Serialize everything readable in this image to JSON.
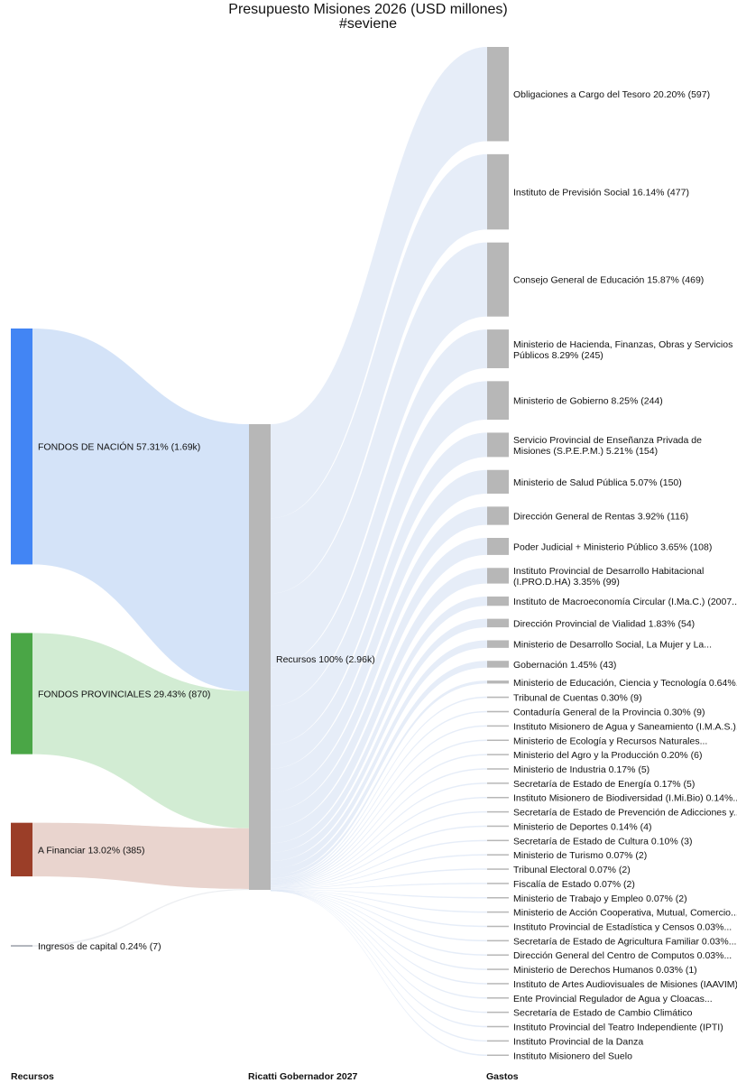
{
  "chart_data": {
    "type": "sankey",
    "title": "Presupuesto Misiones 2026 (USD millones)",
    "subtitle": "#seviene",
    "columns": [
      "Recursos",
      "Ricatti Gobernador 2027",
      "Gastos"
    ],
    "colors": {
      "nacion": "#4285f4",
      "nacion_flow": "#c5d9f6",
      "provinciales": "#4aa646",
      "provinciales_flow": "#c3e5c4",
      "financiar": "#9b3e28",
      "financiar_flow": "#e2c5bd",
      "capital": "#b0b4bc",
      "center": "#b7b7b7",
      "gastos_node": "#b7b7b7",
      "gastos_flow": "#dde7f6"
    },
    "total": {
      "label": "Recursos 100% (2.96k)",
      "value": 2955
    },
    "sources": [
      {
        "label": "FONDOS DE NACIÓN 57.31% (1.69k)",
        "value": 1694,
        "color": "#4285f4",
        "flow": "#c5d9f6"
      },
      {
        "label": "FONDOS PROVINCIALES 29.43% (870)",
        "value": 870,
        "color": "#4aa646",
        "flow": "#c3e5c4"
      },
      {
        "label": "A Financiar 13.02% (385)",
        "value": 385,
        "color": "#9b3e28",
        "flow": "#e2c5bd"
      },
      {
        "label": "Ingresos de capital 0.24% (7)",
        "value": 7,
        "color": "#b0b4bc",
        "flow": "#e6e8ec"
      }
    ],
    "targets": [
      {
        "label": "Obligaciones a Cargo del Tesoro 20.20% (597)",
        "value": 597
      },
      {
        "label": "Instituto de Previsión Social 16.14% (477)",
        "value": 477
      },
      {
        "label": "Consejo General de Educación 15.87% (469)",
        "value": 469
      },
      {
        "label": "Ministerio de Hacienda, Finanzas, Obras y Servicios\nPúblicos 8.29% (245)",
        "value": 245
      },
      {
        "label": "Ministerio de Gobierno 8.25% (244)",
        "value": 244
      },
      {
        "label": "Servicio Provincial de Enseñanza Privada de\nMisiones (S.P.E.P.M.) 5.21% (154)",
        "value": 154
      },
      {
        "label": "Ministerio de Salud Pública 5.07% (150)",
        "value": 150
      },
      {
        "label": "Dirección General de Rentas 3.92% (116)",
        "value": 116
      },
      {
        "label": "Poder Judicial + Ministerio Público 3.65% (108)",
        "value": 108
      },
      {
        "label": "Instituto Provincial de Desarrollo Habitacional\n(I.PRO.D.HA) 3.35% (99)",
        "value": 99
      },
      {
        "label": "Instituto de Macroeconomía Circular (I.Ma.C.) (2007...",
        "value": 59
      },
      {
        "label": "Dirección Provincial de Vialidad 1.83% (54)",
        "value": 54
      },
      {
        "label": "Ministerio de Desarrollo Social, La Mujer y La...",
        "value": 48
      },
      {
        "label": "Gobernación 1.45% (43)",
        "value": 43
      },
      {
        "label": "Ministerio de Educación, Ciencia y Tecnología 0.64%...",
        "value": 19
      },
      {
        "label": "Tribunal de Cuentas 0.30% (9)",
        "value": 9
      },
      {
        "label": "Contaduría General de la Provincia 0.30% (9)",
        "value": 9
      },
      {
        "label": "Instituto Misionero de Agua y Saneamiento (I.M.A.S.)...",
        "value": 8
      },
      {
        "label": "Ministerio de Ecología y Recursos Naturales...",
        "value": 7
      },
      {
        "label": "Ministerio del Agro y la Producción 0.20% (6)",
        "value": 6
      },
      {
        "label": "Ministerio de Industria 0.17% (5)",
        "value": 5
      },
      {
        "label": "Secretaría de Estado de Energía 0.17% (5)",
        "value": 5
      },
      {
        "label": "Instituto Misionero de Biodiversidad (I.Mi.Bio) 0.14%...",
        "value": 4
      },
      {
        "label": "Secretaría de Estado de Prevención de Adicciones y...",
        "value": 4
      },
      {
        "label": "Ministerio de Deportes 0.14% (4)",
        "value": 4
      },
      {
        "label": "Secretaría de Estado de Cultura 0.10% (3)",
        "value": 3
      },
      {
        "label": "Ministerio de Turismo 0.07% (2)",
        "value": 2
      },
      {
        "label": "Tribunal Electoral 0.07% (2)",
        "value": 2
      },
      {
        "label": "Fiscalía de Estado 0.07% (2)",
        "value": 2
      },
      {
        "label": "Ministerio de Trabajo y Empleo 0.07% (2)",
        "value": 2
      },
      {
        "label": "Ministerio de Acción Cooperativa, Mutual, Comercio...",
        "value": 1
      },
      {
        "label": "Instituto Provincial de Estadística y Censos 0.03%...",
        "value": 1
      },
      {
        "label": "Secretaría de Estado de Agricultura Familiar 0.03%...",
        "value": 1
      },
      {
        "label": "Dirección General del Centro de Computos 0.03%...",
        "value": 1
      },
      {
        "label": "Ministerio de Derechos Humanos 0.03% (1)",
        "value": 1
      },
      {
        "label": "Instituto de Artes Audiovisuales de Misiones (IAAVIM)...",
        "value": 0.5
      },
      {
        "label": "Ente Provincial Regulador de Agua y Cloacas...",
        "value": 0.5
      },
      {
        "label": "Secretaría de Estado de Cambio Climático",
        "value": 0.3
      },
      {
        "label": "Instituto Provincial del Teatro Independiente (IPTI)",
        "value": 0.3
      },
      {
        "label": "Instituto Provincial de la Danza",
        "value": 0.2
      },
      {
        "label": "Instituto Misionero del Suelo",
        "value": 0.2
      }
    ]
  }
}
